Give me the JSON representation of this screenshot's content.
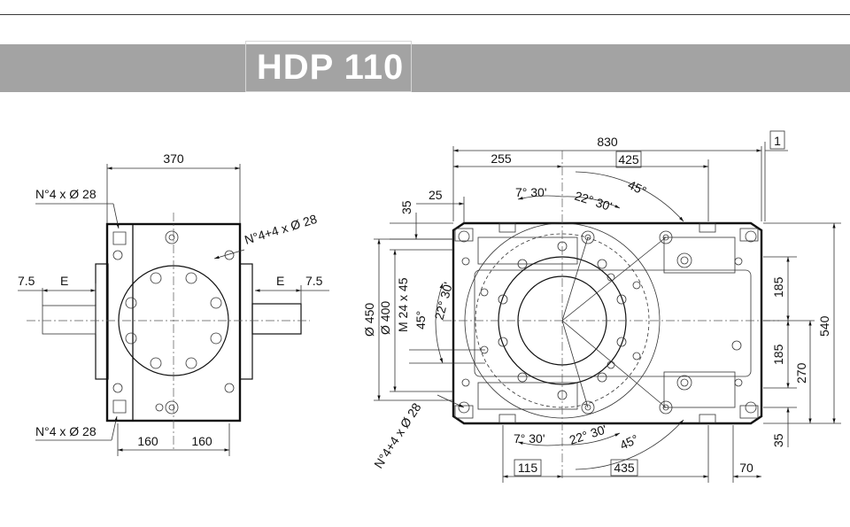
{
  "header": {
    "title": "HDP 110"
  },
  "side_view": {
    "dims": {
      "width_top": "370",
      "holes_top": "N°4 x Ø 28",
      "holes_side": "N°4+4 x Ø 28",
      "shaft_left_offset": "7.5",
      "shaft_left_E": "E",
      "shaft_right_E": "E",
      "shaft_right_offset": "7.5",
      "holes_bottom": "N°4 x Ø 28",
      "half_left": "160",
      "half_right": "160"
    }
  },
  "plan_view": {
    "dims": {
      "overall": "830",
      "tolerance": "1",
      "left_part": "255",
      "right_part": "425",
      "edge_25": "25",
      "edge_35_top": "35",
      "angle_7_30_top": "7° 30'",
      "angle_22_30_top": "22° 30'",
      "angle_45_top": "45°",
      "dia_450": "Ø 450",
      "dia_400": "Ø 400",
      "thread": "M 24 x 45",
      "angle_22_30_left": "22° 30'",
      "angle_45_left": "45°",
      "right_185_top": "185",
      "right_185_bottom": "185",
      "right_270": "270",
      "right_540": "540",
      "right_35": "35",
      "holes_diag": "N°4+4 x Ø 28",
      "angle_7_30_bottom": "7° 30'",
      "angle_22_30_bottom": "22° 30'",
      "angle_45_bottom": "45°",
      "bottom_115": "115",
      "bottom_435": "435",
      "bottom_70": "70"
    }
  }
}
